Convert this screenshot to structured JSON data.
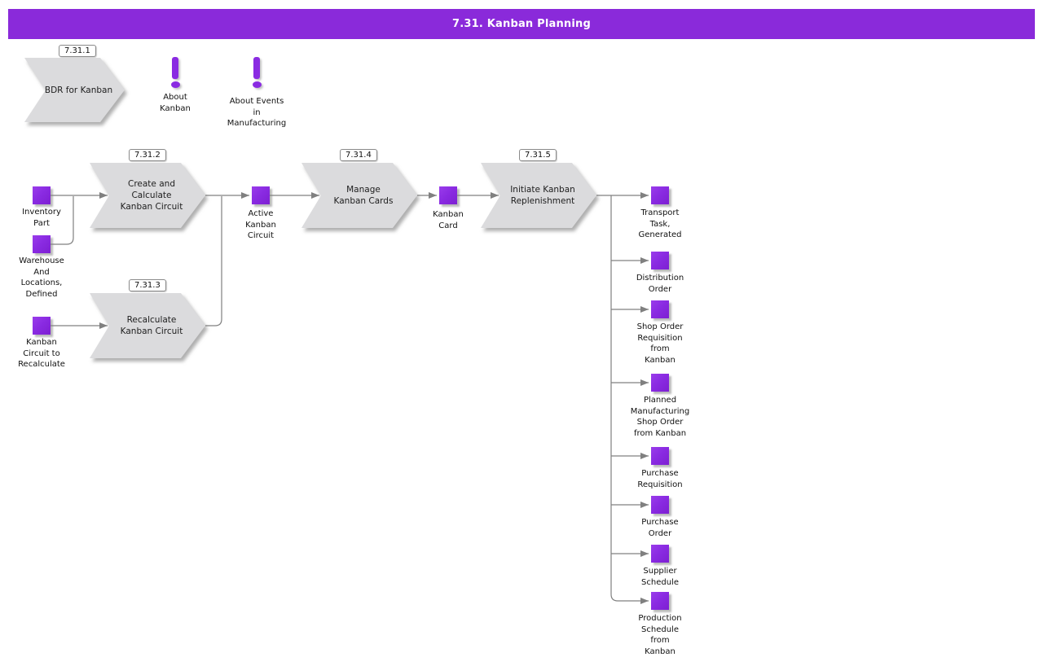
{
  "title": "7.31. Kanban Planning",
  "colors": {
    "header_bg": "#8a2ada",
    "node": "#8a2be2",
    "node_dark": "#7d1fd2",
    "process": "#dbdbdd",
    "connector": "#808080",
    "text": "#1a1a1a"
  },
  "info_links": [
    {
      "label": "About\nKanban"
    },
    {
      "label": "About Events\nin\nManufacturing"
    }
  ],
  "processes": {
    "bdr": {
      "ref": "7.31.1",
      "label": "BDR for Kanban"
    },
    "create_calculate": {
      "ref": "7.31.2",
      "label": "Create and\nCalculate\nKanban Circuit"
    },
    "recalculate": {
      "ref": "7.31.3",
      "label": "Recalculate\nKanban Circuit"
    },
    "manage_cards": {
      "ref": "7.31.4",
      "label": "Manage\nKanban Cards"
    },
    "initiate_replenishment": {
      "ref": "7.31.5",
      "label": "Initiate Kanban\nReplenishment"
    }
  },
  "data_objects": {
    "inventory_part": {
      "label": "Inventory\nPart"
    },
    "warehouse_locations": {
      "label": "Warehouse\nAnd\nLocations,\nDefined"
    },
    "kanban_circuit_to_recalculate": {
      "label": "Kanban\nCircuit to\nRecalculate"
    },
    "active_kanban_circuit": {
      "label": "Active\nKanban\nCircuit"
    },
    "kanban_card": {
      "label": "Kanban\nCard"
    }
  },
  "outputs": [
    {
      "label": "Transport\nTask,\nGenerated"
    },
    {
      "label": "Distribution\nOrder"
    },
    {
      "label": "Shop Order\nRequisition\nfrom\nKanban"
    },
    {
      "label": "Planned\nManufacturing\nShop Order\nfrom Kanban"
    },
    {
      "label": "Purchase\nRequisition"
    },
    {
      "label": "Purchase\nOrder"
    },
    {
      "label": "Supplier\nSchedule"
    },
    {
      "label": "Production\nSchedule\nfrom\nKanban"
    }
  ]
}
